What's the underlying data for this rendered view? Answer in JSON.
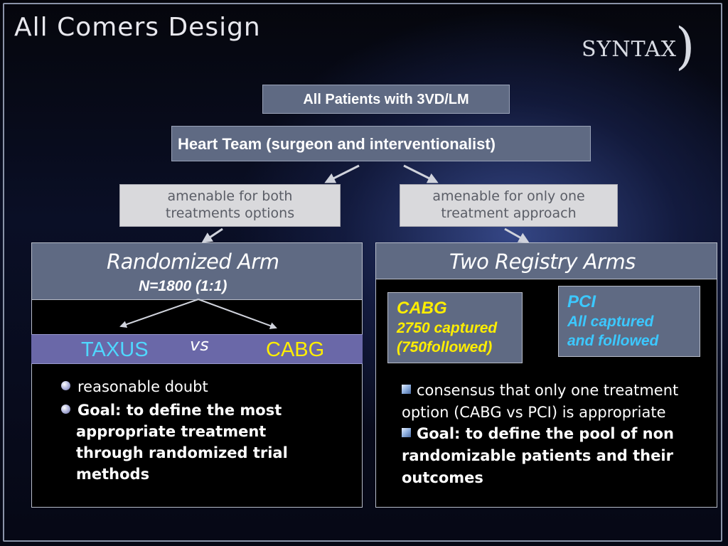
{
  "slide": {
    "title": "All Comers Design",
    "logo": "SYNTAX",
    "logo_mark": ")"
  },
  "flow": {
    "top": "All Patients with 3VD/LM",
    "team": "Heart Team (surgeon and interventionalist)",
    "amenable_both": [
      "amenable for both",
      "treatments options"
    ],
    "amenable_one": [
      "amenable for only one",
      "treatment approach"
    ]
  },
  "randomized": {
    "title": "Randomized Arm",
    "subtitle": "N=1800 (1:1)",
    "left_label": "TAXUS",
    "vs": "vs",
    "right_label": "CABG",
    "bullets": [
      "reasonable doubt",
      "Goal: to define the most",
      "appropriate treatment",
      "through randomized trial",
      "methods"
    ]
  },
  "registry": {
    "title": "Two Registry Arms",
    "cabg": {
      "title": "CABG",
      "line1": "2750 captured",
      "line2": "(750followed)"
    },
    "pci": {
      "title": "PCI",
      "line1": "All captured",
      "line2": "and followed"
    },
    "bullet1": "consensus that only one treatment option (CABG vs PCI) is appropriate",
    "bullet2": "Goal: to define the pool of non randomizable patients and their outcomes"
  },
  "colors": {
    "box": "#5f6a83",
    "taxus": "#4fd8ff",
    "cabg": "#ffee00",
    "pci": "#3cc8ff"
  }
}
